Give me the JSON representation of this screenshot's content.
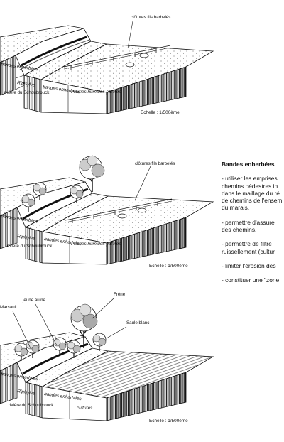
{
  "panels": [
    {
      "labels": {
        "fence": "clôtures fils barbelés",
        "bank": "bandes enherbées",
        "ripisylve": "Ripisylve",
        "river": "rivière du Schoubrouck",
        "grass": "bandes enherbées",
        "meadow": "Prairies humides pâtures"
      },
      "scale": "Echelle : 1/500ème"
    },
    {
      "labels": {
        "fence": "clôtures fils barbelés",
        "bank": "bandes enherbées",
        "ripisylve": "Ripisylve",
        "river": "rivière du Schoubrouck",
        "grass": "bandes enherbées",
        "meadow": "Prairies humides pâtures"
      },
      "scale": "Echelle : 1/500ème"
    },
    {
      "labels": {
        "marsault": "Marsault",
        "aulne": "jeune aulne",
        "frene": "Frêne",
        "saule": "Saule blanc",
        "bank": "bandes enherbées",
        "ripisylve": "Ripisylve",
        "river": "rivière du Schoubrouck",
        "grass": "bandes enherbées",
        "crops": "cultures"
      },
      "scale": "Echelle : 1/500ème"
    }
  ],
  "sidebar": {
    "title": "Bandes enherbées",
    "items": [
      [
        "- utiliser les emprises",
        "chemins pédestres in",
        "dans le maillage du ré",
        "de chemins de l'ensem",
        "du marais."
      ],
      [
        "- permettre d'assure",
        "des chemins."
      ],
      [
        "- permettre de filtre",
        "ruissellement (cultur"
      ],
      [
        "- limiter l'érosion des"
      ],
      [
        "- constituer une \"zone"
      ]
    ]
  }
}
